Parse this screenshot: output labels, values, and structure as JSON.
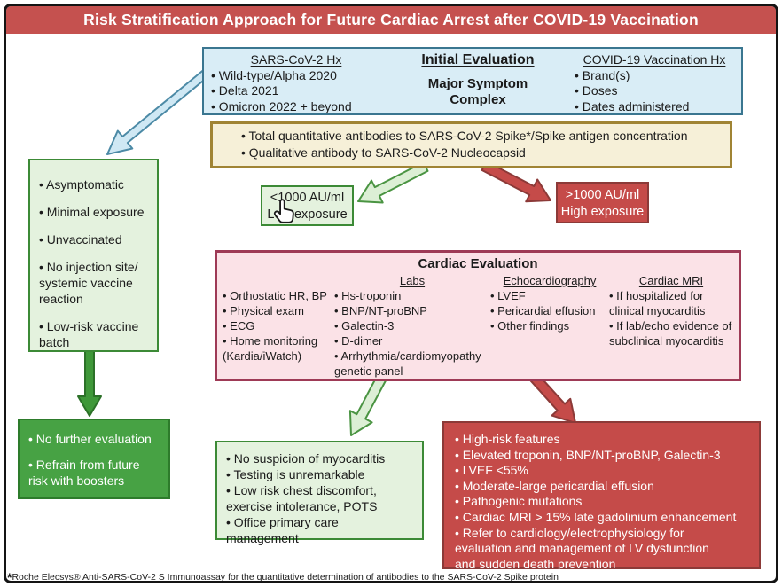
{
  "title": "Risk Stratification Approach for Future Cardiac Arrest after COVID-19 Vaccination",
  "initial_evaluation": {
    "heading": "Initial Evaluation",
    "subheading": "Major Symptom\nComplex",
    "sars_hx": {
      "heading": "SARS-CoV-2 Hx",
      "items": [
        "Wild-type/Alpha 2020",
        "Delta 2021",
        "Omicron 2022 + beyond"
      ]
    },
    "vax_hx": {
      "heading": "COVID-19 Vaccination Hx",
      "items": [
        "Brand(s)",
        "Doses",
        "Dates administered"
      ]
    }
  },
  "antibody_panel": {
    "items": [
      "Total quantitative antibodies to SARS-CoV-2 Spike*/Spike antigen concentration",
      "Qualitative antibody to SARS-CoV-2 Nucleocapsid"
    ]
  },
  "low_exposure": {
    "line1": "<1000 AU/ml",
    "line2": "Low exposure"
  },
  "high_exposure": {
    "line1": ">1000 AU/ml",
    "line2": "High exposure"
  },
  "low_risk_profile": {
    "items": [
      "Asymptomatic",
      "Minimal exposure",
      "Unvaccinated",
      "No injection site/\nsystemic vaccine\nreaction",
      "Low-risk vaccine\nbatch"
    ]
  },
  "no_further_evaluation": {
    "items": [
      "No further evaluation",
      "Refrain from future\nrisk with boosters"
    ]
  },
  "cardiac_evaluation": {
    "heading": "Cardiac Evaluation",
    "exam": {
      "items": [
        "Orthostatic HR, BP",
        "Physical exam",
        "ECG",
        "Home monitoring\n(Kardia/iWatch)"
      ]
    },
    "labs": {
      "heading": "Labs",
      "items": [
        "Hs-troponin",
        "BNP/NT-proBNP",
        "Galectin-3",
        "D-dimer",
        "Arrhythmia/cardiomyopathy\ngenetic panel"
      ]
    },
    "echo": {
      "heading": "Echocardiography",
      "items": [
        "LVEF",
        "Pericardial effusion",
        "Other findings"
      ]
    },
    "mri": {
      "heading": "Cardiac MRI",
      "items": [
        "If hospitalized for\nclinical myocarditis",
        "If lab/echo evidence of\nsubclinical myocarditis"
      ]
    }
  },
  "low_risk_outcome": {
    "items": [
      "No suspicion of myocarditis",
      "Testing is unremarkable",
      "Low risk chest discomfort,\nexercise intolerance, POTS",
      "Office primary care\nmanagement"
    ]
  },
  "high_risk_outcome": {
    "items": [
      "High-risk features",
      "Elevated troponin, BNP/NT-proBNP, Galectin-3",
      "LVEF <55%",
      "Moderate-large pericardial effusion",
      "Pathogenic mutations",
      "Cardiac MRI > 15% late gadolinium enhancement",
      "Refer to cardiology/electrophysiology for\nevaluation and management of LV dysfunction\nand sudden death prevention"
    ]
  },
  "footnote": {
    "marker": "*",
    "text": "Roche Elecsys® Anti-SARS-CoV-2 S Immunoassay for the quantitative determination of antibodies to the SARS-CoV-2 Spike protein"
  },
  "colors": {
    "banner_red": "#c5514f",
    "risk_red": "#c54b49",
    "risk_red_border": "#8c3a38",
    "info_blue": "#d9edf6",
    "info_blue_border": "#3a7690",
    "antibody_yellow": "#f6f0d8",
    "antibody_yellow_border": "#a08434",
    "light_green": "#e4f2de",
    "green_border": "#3c8a36",
    "action_green": "#47a244",
    "cardiac_pink": "#fbe2e7",
    "cardiac_pink_border": "#9e3a56"
  }
}
